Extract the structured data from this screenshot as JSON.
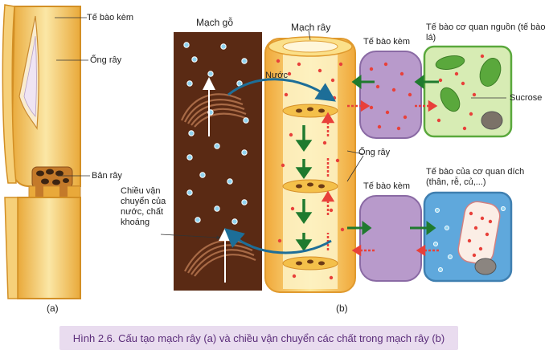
{
  "labels": {
    "companion_cell_a": "Tế bào kèm",
    "sieve_tube_a": "Ống rây",
    "sieve_plate": "Bản rây",
    "panel_a": "(a)",
    "xylem": "Mạch gỗ",
    "phloem": "Mạch rây",
    "water": "Nước",
    "companion_cell_top": "Tế bào kèm",
    "source_cell": "Tế bào cơ quan nguồn (tế bào lá)",
    "sucrose": "Sucrose",
    "sieve_tube_b": "Ống rây",
    "companion_cell_bottom": "Tế bào kèm",
    "sink_cell": "Tế bào của cơ quan dích (thân, rễ, củ,...)",
    "transport_direction": "Chiều vận chuyển của nước, chất khoáng",
    "panel_b": "(b)"
  },
  "caption": "Hình 2.6. Cấu tạo mạch rây (a) và chiều vận chuyển các chất trong mạch rây (b)",
  "colors": {
    "xylem_brown": "#5a2a14",
    "phloem_gold": "#f6c347",
    "companion_purple": "#b89acb",
    "source_green": "#d7ecb4",
    "chloroplast_green": "#5aa83c",
    "sink_blue": "#5fa8dc",
    "sucrose_red": "#e8403a",
    "water_blue": "#8fd3f0",
    "arrow_green": "#1f7a2e",
    "caption_bg": "#e9dcef"
  }
}
